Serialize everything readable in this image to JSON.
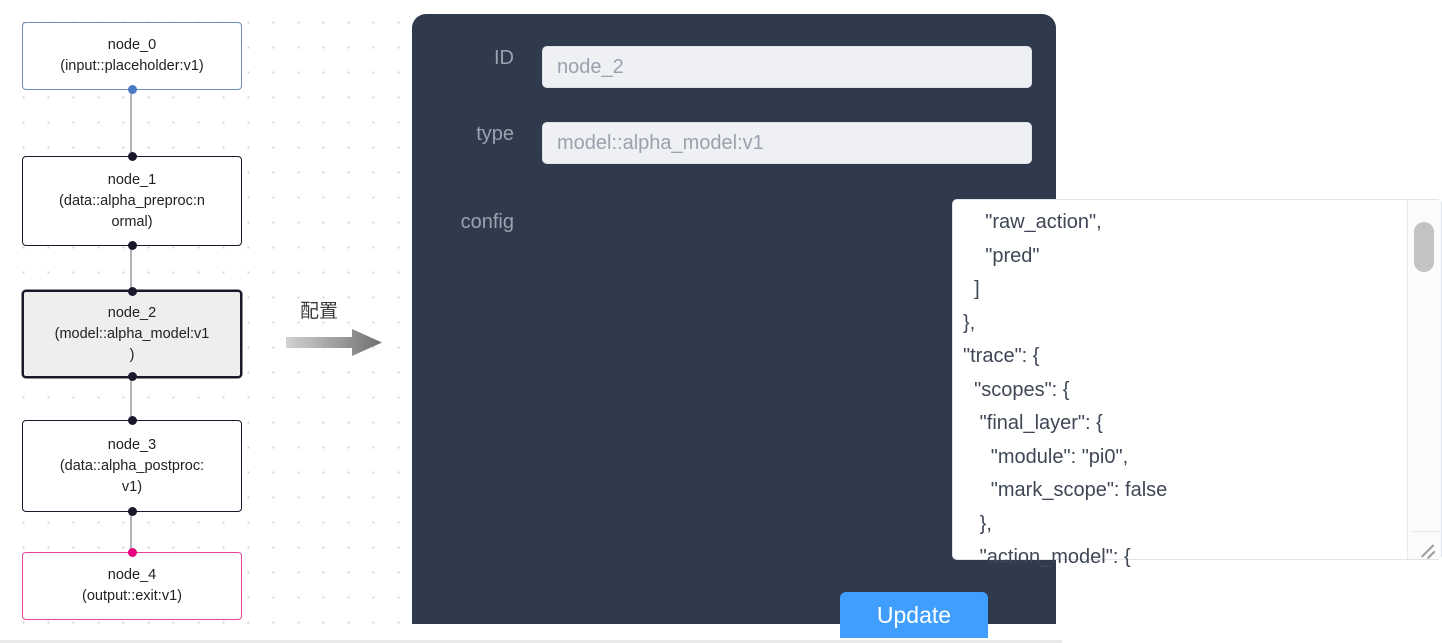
{
  "graph": {
    "nodes": [
      {
        "id": "node_0",
        "type_line": "(input::placeholder:v1)",
        "kind": "input",
        "selected": false
      },
      {
        "id": "node_1",
        "type_line": "(data::alpha_preproc:normal)",
        "kind": "default",
        "selected": false
      },
      {
        "id": "node_2",
        "type_line": "(model::alpha_model:v1)",
        "kind": "default",
        "selected": true
      },
      {
        "id": "node_3",
        "type_line": "(data::alpha_postproc:v1)",
        "kind": "default",
        "selected": false
      },
      {
        "id": "node_4",
        "type_line": "(output::exit:v1)",
        "kind": "output",
        "selected": false
      }
    ],
    "node_labels": {
      "node_0_l1": "node_0",
      "node_0_l2": "(input::placeholder:v1)",
      "node_1_l1": "node_1",
      "node_1_l2": "(data::alpha_preproc:n",
      "node_1_l3": "ormal)",
      "node_2_l1": "node_2",
      "node_2_l2": "(model::alpha_model:v1",
      "node_2_l3": ")",
      "node_3_l1": "node_3",
      "node_3_l2": "(data::alpha_postproc:",
      "node_3_l3": "v1)",
      "node_4_l1": "node_4",
      "node_4_l2": "(output::exit:v1)"
    },
    "colors": {
      "input_border": "#6b8ec9",
      "output_border": "#e84393",
      "default_border": "#1a192b",
      "selected_fill": "#eeeeee",
      "edge": "#b1b1b7",
      "port_blue": "#4a79c4",
      "port_pink": "#e6007e"
    }
  },
  "arrow": {
    "label": "配置"
  },
  "panel": {
    "background": "#2f3a4d",
    "fields": [
      {
        "label": "ID",
        "value": "node_2"
      },
      {
        "label": "type",
        "value": "model::alpha_model:v1"
      }
    ],
    "id_label": "ID",
    "id_value": "node_2",
    "type_label": "type",
    "type_value": "model::alpha_model:v1",
    "config_label": "config",
    "config_value": "    \"raw_action\",\n    \"pred\"\n  ]\n},\n\"trace\": {\n  \"scopes\": {\n   \"final_layer\": {\n     \"module\": \"pi0\",\n     \"mark_scope\": false\n   },\n   \"action_model\": {",
    "update_label": "Update",
    "update_color": "#409eff"
  }
}
